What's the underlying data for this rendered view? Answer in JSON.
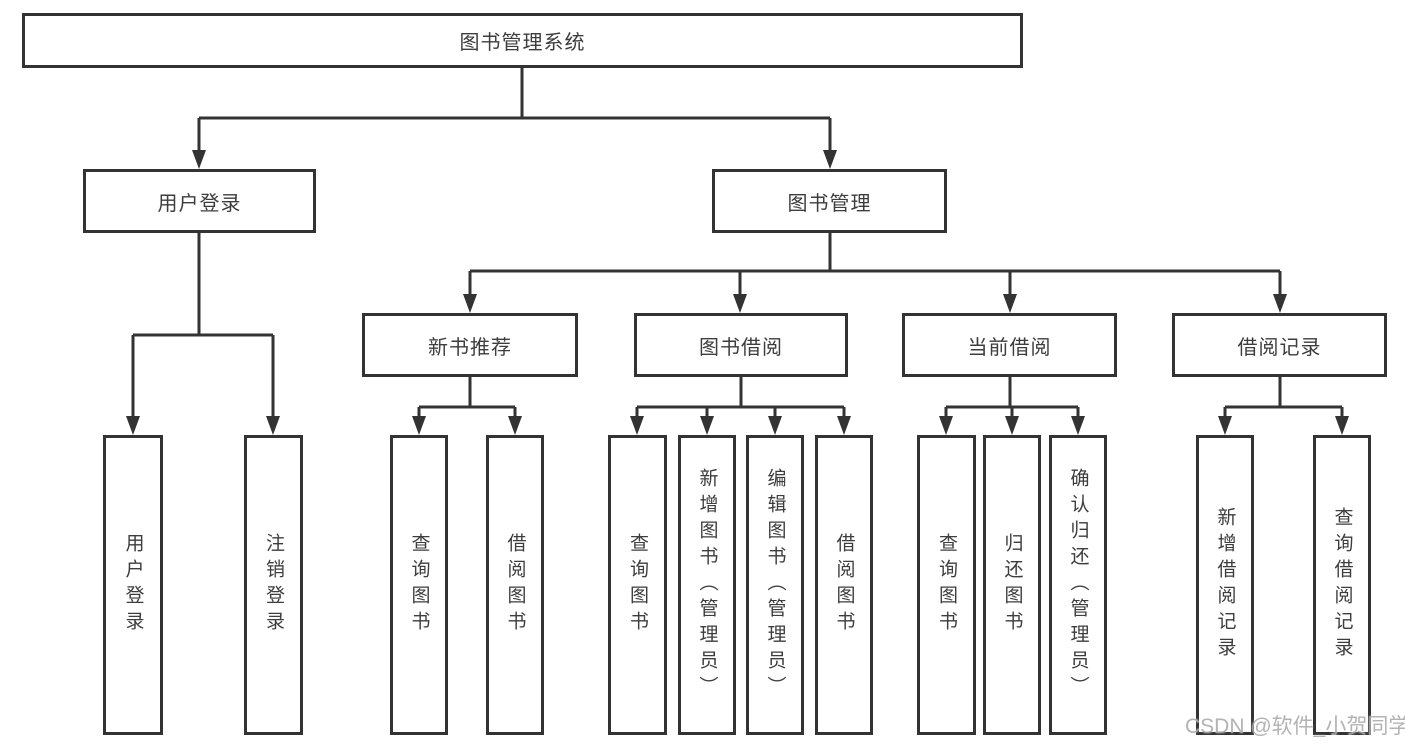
{
  "colors": {
    "line": "#333333",
    "text": "#3d3d3d",
    "background": "#ffffff",
    "watermark": "#ababab"
  },
  "watermark": {
    "text": "CSDN @软件_小贺同学"
  },
  "tree": {
    "label": "图书管理系统",
    "children": [
      {
        "label": "用户登录",
        "children": [
          {
            "label": "用户登录"
          },
          {
            "label": "注销登录"
          }
        ]
      },
      {
        "label": "图书管理",
        "children": [
          {
            "label": "新书推荐",
            "children": [
              {
                "label": "查询图书"
              },
              {
                "label": "借阅图书"
              }
            ]
          },
          {
            "label": "图书借阅",
            "children": [
              {
                "label": "查询图书"
              },
              {
                "label": "新增图书（管理员）"
              },
              {
                "label": "编辑图书（管理员）"
              },
              {
                "label": "借阅图书"
              }
            ]
          },
          {
            "label": "当前借阅",
            "children": [
              {
                "label": "查询图书"
              },
              {
                "label": "归还图书"
              },
              {
                "label": "确认归还（管理员）"
              }
            ]
          },
          {
            "label": "借阅记录",
            "children": [
              {
                "label": "新增借阅记录"
              },
              {
                "label": "查询借阅记录"
              }
            ]
          }
        ]
      }
    ]
  }
}
